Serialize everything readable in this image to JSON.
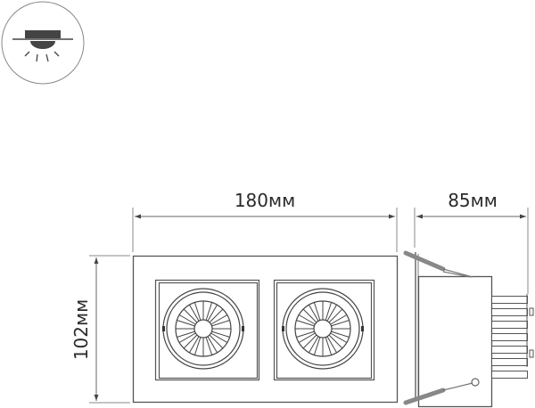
{
  "icon": {
    "name": "ceiling-recessed-light-icon"
  },
  "dimensions": {
    "width": "180мм",
    "depth": "85мм",
    "height": "102мм"
  },
  "colors": {
    "line": "#555555",
    "dim_line": "#666666",
    "text": "#2a2a2a",
    "icon_fill": "#444444",
    "spring": "#8a8a8a"
  }
}
